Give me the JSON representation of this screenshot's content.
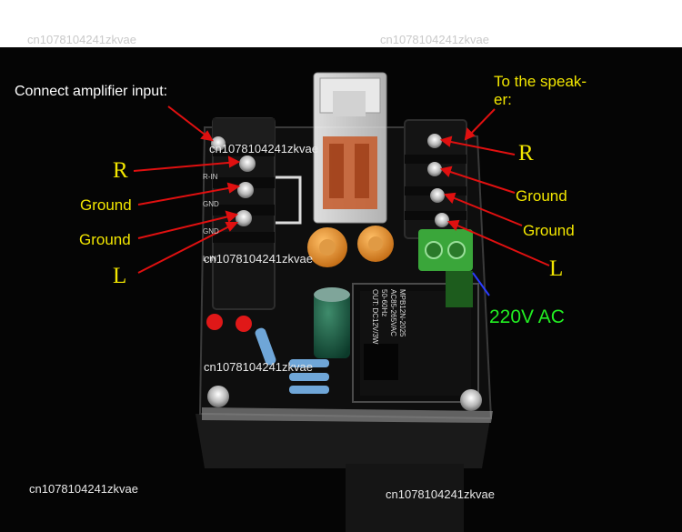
{
  "watermark": "cn1078104241zkvae",
  "labels": {
    "amplifier_input": "Connect amplifier input:",
    "speaker_line1": "To the speak-",
    "speaker_line2": "er:",
    "r_left": "R",
    "ground_left_1": "Ground",
    "ground_left_2": "Ground",
    "l_left": "L",
    "r_right": "R",
    "ground_right_1": "Ground",
    "ground_right_2": "Ground",
    "l_right": "L",
    "ac_power": "220V AC"
  },
  "silkscreen": {
    "relay_part": "MPB12N-2025",
    "relay_line2": "AC85-265VAC",
    "relay_line3": "50-60Hz",
    "relay_line4": "OUT: DC12V/3W",
    "terminal_left_1": "R-IN",
    "terminal_left_2": "GND",
    "terminal_left_3": "GND",
    "terminal_left_4": "L-IN"
  },
  "colors": {
    "background": "#050505",
    "board": "#0e0e0e",
    "label_yellow": "#f2e600",
    "label_green": "#22ee22",
    "arrow_red": "#e01010",
    "terminal_green": "#3aa63a"
  }
}
